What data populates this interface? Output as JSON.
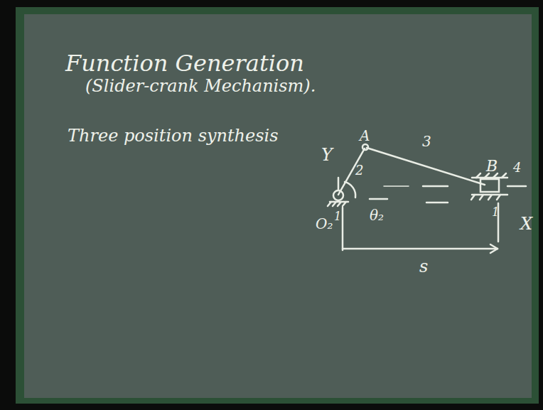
{
  "diagram": {
    "title": "Function Generation",
    "labels": [
      "(Slider-crank Mechanism).",
      "Three position synthesis",
      "Y",
      "A",
      "3",
      "2",
      "B",
      "4",
      "X",
      "θ₂",
      "O₂",
      "1",
      "1",
      "s"
    ]
  }
}
